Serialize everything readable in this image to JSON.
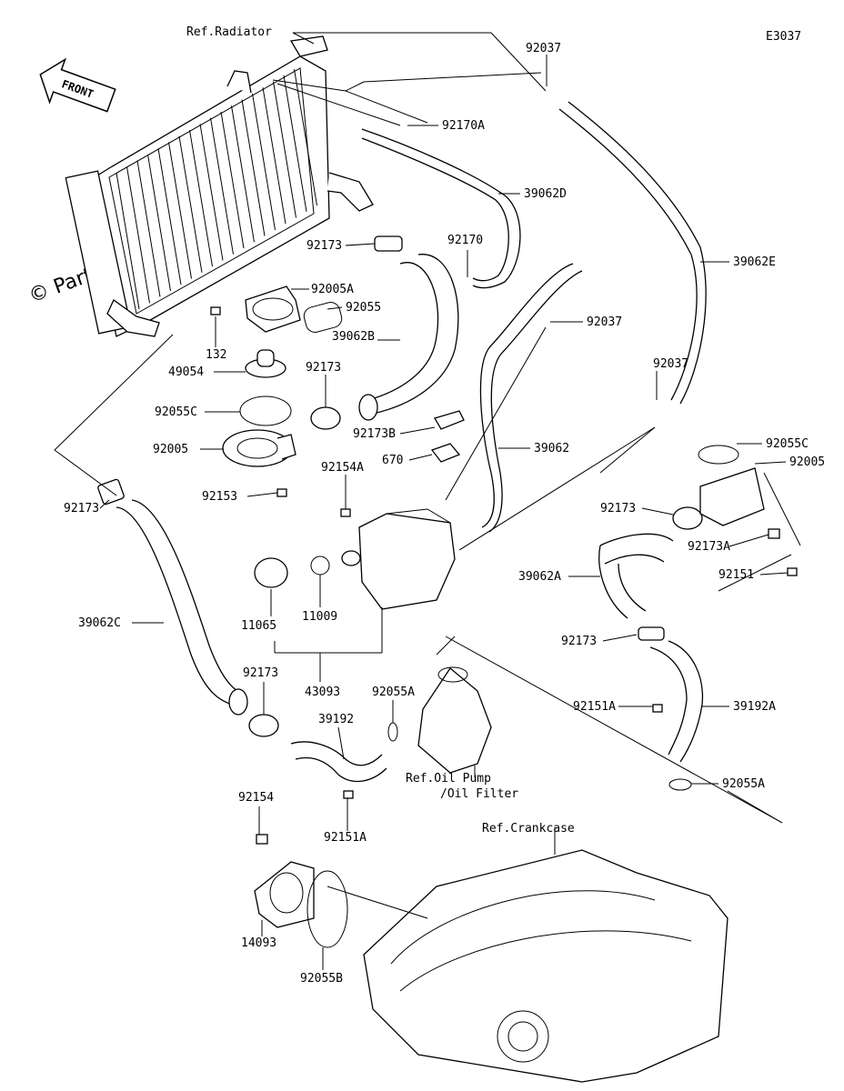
{
  "figure_code": "E3037",
  "watermark": "© Partzilla.com",
  "front_label": "FRONT",
  "references": {
    "radiator": "Ref.Radiator",
    "oil_pump_line1": "Ref.Oil Pump",
    "oil_pump_line2": "/Oil Filter",
    "crankcase": "Ref.Crankcase"
  },
  "parts": [
    {
      "id": "p92037a",
      "label": "92037"
    },
    {
      "id": "p92170A",
      "label": "92170A"
    },
    {
      "id": "p39062D",
      "label": "39062D"
    },
    {
      "id": "p39062E",
      "label": "39062E"
    },
    {
      "id": "p92173a",
      "label": "92173"
    },
    {
      "id": "p92170",
      "label": "92170"
    },
    {
      "id": "p92005A",
      "label": "92005A"
    },
    {
      "id": "p92055",
      "label": "92055"
    },
    {
      "id": "p92037b",
      "label": "92037"
    },
    {
      "id": "p132",
      "label": "132"
    },
    {
      "id": "p39062B",
      "label": "39062B"
    },
    {
      "id": "p49054",
      "label": "49054"
    },
    {
      "id": "p92173b",
      "label": "92173"
    },
    {
      "id": "p92037c",
      "label": "92037"
    },
    {
      "id": "p92055C_l",
      "label": "92055C"
    },
    {
      "id": "p92173B",
      "label": "92173B"
    },
    {
      "id": "p39062",
      "label": "39062"
    },
    {
      "id": "p670",
      "label": "670"
    },
    {
      "id": "p92005",
      "label": "92005"
    },
    {
      "id": "p92055C_r",
      "label": "92055C"
    },
    {
      "id": "p92005_r",
      "label": "92005"
    },
    {
      "id": "p92154A",
      "label": "92154A"
    },
    {
      "id": "p92153",
      "label": "92153"
    },
    {
      "id": "p92173c",
      "label": "92173"
    },
    {
      "id": "p92173d",
      "label": "92173"
    },
    {
      "id": "p92173A",
      "label": "92173A"
    },
    {
      "id": "p92151",
      "label": "92151"
    },
    {
      "id": "p39062A",
      "label": "39062A"
    },
    {
      "id": "p11065",
      "label": "11065"
    },
    {
      "id": "p11009",
      "label": "11009"
    },
    {
      "id": "p39062C",
      "label": "39062C"
    },
    {
      "id": "p92173e",
      "label": "92173"
    },
    {
      "id": "p43093",
      "label": "43093"
    },
    {
      "id": "p92173f",
      "label": "92173"
    },
    {
      "id": "p92055A",
      "label": "92055A"
    },
    {
      "id": "p39192",
      "label": "39192"
    },
    {
      "id": "p92151A_r",
      "label": "92151A"
    },
    {
      "id": "p39192A",
      "label": "39192A"
    },
    {
      "id": "p92055A_r",
      "label": "92055A"
    },
    {
      "id": "p92154",
      "label": "92154"
    },
    {
      "id": "p92151A",
      "label": "92151A"
    },
    {
      "id": "p14093",
      "label": "14093"
    },
    {
      "id": "p92055B",
      "label": "92055B"
    }
  ]
}
